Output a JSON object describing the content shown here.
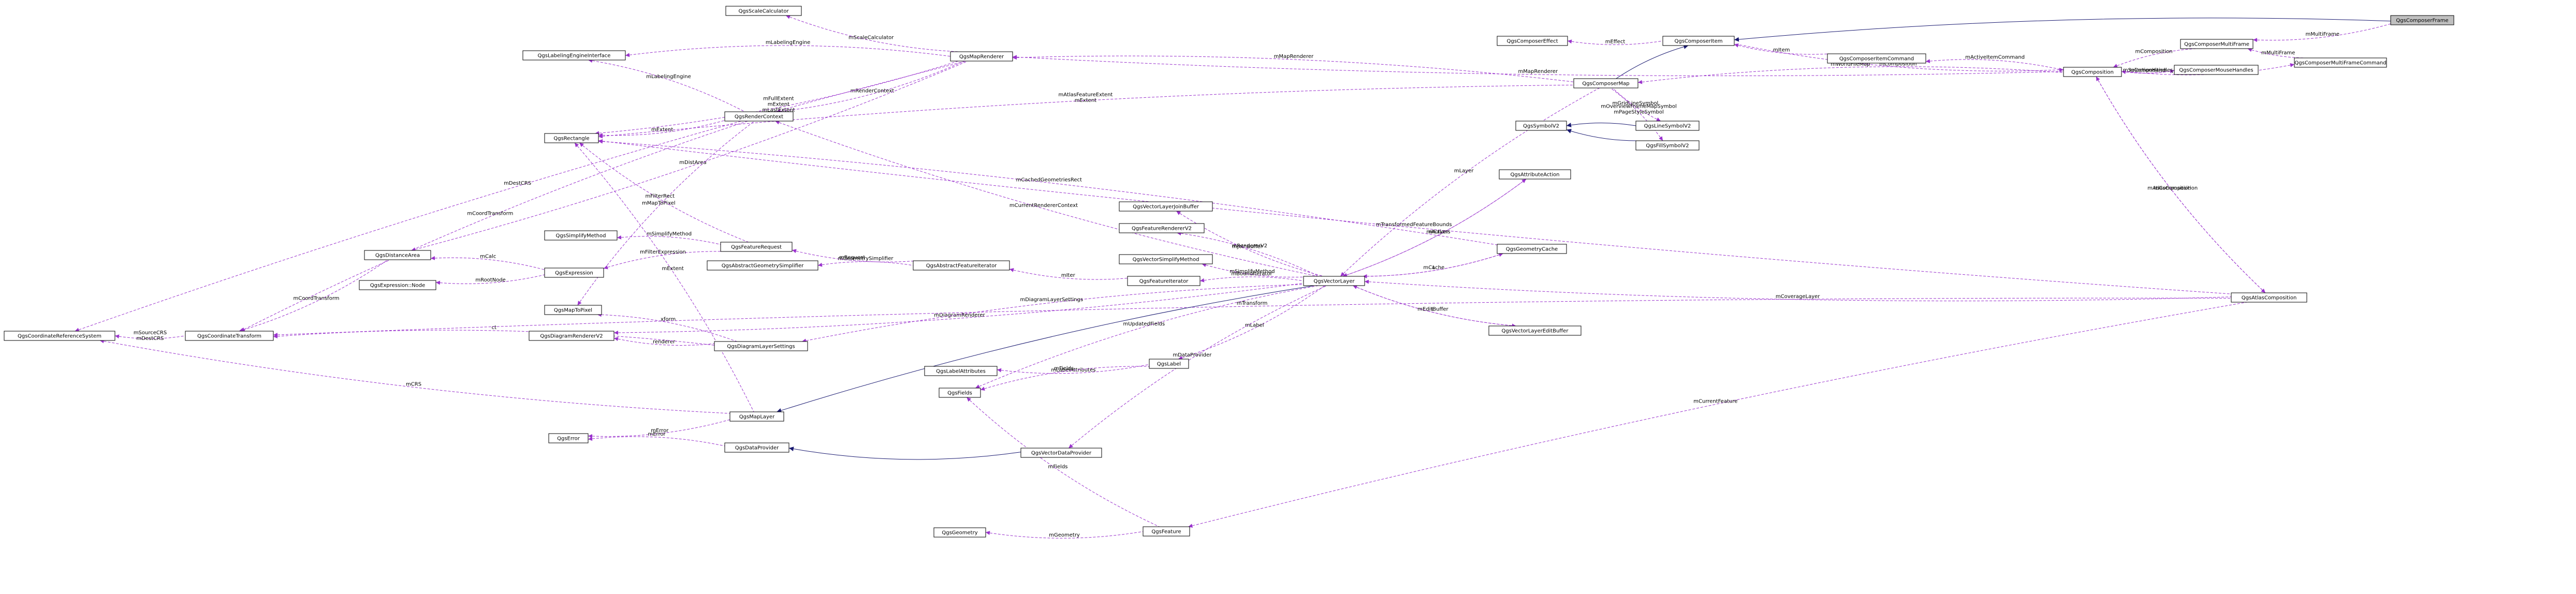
{
  "colors": {
    "usage": "#9a32cd",
    "inherit": "#191970",
    "highlight_fill": "#bfbfbf"
  },
  "nodes": [
    {
      "id": "QgsComposerFrame",
      "label": "QgsComposerFrame",
      "highlight": true
    },
    {
      "id": "QgsComposerMultiFrame",
      "label": "QgsComposerMultiFrame"
    },
    {
      "id": "QgsComposerMultiFrameCommand",
      "label": "QgsComposerMultiFrameCommand"
    },
    {
      "id": "QgsComposition",
      "label": "QgsComposition"
    },
    {
      "id": "QgsComposerItem",
      "label": "QgsComposerItem"
    },
    {
      "id": "QgsComposerEffect",
      "label": "QgsComposerEffect"
    },
    {
      "id": "QgsComposerItemCommand",
      "label": "QgsComposerItemCommand"
    },
    {
      "id": "QgsComposerMouseHandles",
      "label": "QgsComposerMouseHandles"
    },
    {
      "id": "QgsComposerMap",
      "label": "QgsComposerMap"
    },
    {
      "id": "QgsAtlasComposition",
      "label": "QgsAtlasComposition"
    },
    {
      "id": "QgsMapRenderer",
      "label": "QgsMapRenderer"
    },
    {
      "id": "QgsScaleCalculator",
      "label": "QgsScaleCalculator"
    },
    {
      "id": "QgsLabelingEngineInterface",
      "label": "QgsLabelingEngineInterface"
    },
    {
      "id": "QgsRenderContext",
      "label": "QgsRenderContext"
    },
    {
      "id": "QgsRectangle",
      "label": "QgsRectangle"
    },
    {
      "id": "QgsSymbolV2",
      "label": "QgsSymbolV2"
    },
    {
      "id": "QgsLineSymbolV2",
      "label": "QgsLineSymbolV2"
    },
    {
      "id": "QgsFillSymbolV2",
      "label": "QgsFillSymbolV2"
    },
    {
      "id": "QgsAttributeAction",
      "label": "QgsAttributeAction"
    },
    {
      "id": "QgsVectorLayerJoinBuffer",
      "label": "QgsVectorLayerJoinBuffer"
    },
    {
      "id": "QgsFeatureRendererV2",
      "label": "QgsFeatureRendererV2"
    },
    {
      "id": "QgsGeometryCache",
      "label": "QgsGeometryCache"
    },
    {
      "id": "QgsVectorSimplifyMethod",
      "label": "QgsVectorSimplifyMethod"
    },
    {
      "id": "QgsFeatureIterator",
      "label": "QgsFeatureIterator"
    },
    {
      "id": "QgsVectorLayer",
      "label": "QgsVectorLayer"
    },
    {
      "id": "QgsVectorLayerEditBuffer",
      "label": "QgsVectorLayerEditBuffer"
    },
    {
      "id": "QgsSimplifyMethod",
      "label": "QgsSimplifyMethod"
    },
    {
      "id": "QgsFeatureRequest",
      "label": "QgsFeatureRequest"
    },
    {
      "id": "QgsAbstractGeometrySimplifier",
      "label": "QgsAbstractGeometrySimplifier"
    },
    {
      "id": "QgsAbstractFeatureIterator",
      "label": "QgsAbstractFeatureIterator"
    },
    {
      "id": "QgsDistanceArea",
      "label": "QgsDistanceArea"
    },
    {
      "id": "QgsExpression",
      "label": "QgsExpression"
    },
    {
      "id": "QgsExpressionNode",
      "label": "QgsExpression::Node"
    },
    {
      "id": "QgsMapToPixel",
      "label": "QgsMapToPixel"
    },
    {
      "id": "QgsDiagramRendererV2",
      "label": "QgsDiagramRendererV2"
    },
    {
      "id": "QgsDiagramLayerSettings",
      "label": "QgsDiagramLayerSettings"
    },
    {
      "id": "QgsCoordinateReferenceSystem",
      "label": "QgsCoordinateReferenceSystem"
    },
    {
      "id": "QgsCoordinateTransform",
      "label": "QgsCoordinateTransform"
    },
    {
      "id": "QgsLabelAttributes",
      "label": "QgsLabelAttributes"
    },
    {
      "id": "QgsLabel",
      "label": "QgsLabel"
    },
    {
      "id": "QgsFields",
      "label": "QgsFields"
    },
    {
      "id": "QgsMapLayer",
      "label": "QgsMapLayer"
    },
    {
      "id": "QgsError",
      "label": "QgsError"
    },
    {
      "id": "QgsDataProvider",
      "label": "QgsDataProvider"
    },
    {
      "id": "QgsVectorDataProvider",
      "label": "QgsVectorDataProvider"
    },
    {
      "id": "QgsGeometry",
      "label": "QgsGeometry"
    },
    {
      "id": "QgsFeature",
      "label": "QgsFeature"
    }
  ],
  "edges": [
    {
      "from": "QgsComposerItem",
      "to": "QgsComposerFrame",
      "type": "inherit",
      "label": ""
    },
    {
      "from": "QgsComposerMultiFrame",
      "to": "QgsComposerFrame",
      "type": "usage",
      "label": "mMultiFrame"
    },
    {
      "from": "QgsComposition",
      "to": "QgsComposerMultiFrame",
      "type": "usage",
      "label": "mComposition"
    },
    {
      "from": "QgsComposerMultiFrame",
      "to": "QgsComposerMultiFrameCommand",
      "type": "usage",
      "label": "mMultiFrame"
    },
    {
      "from": "QgsComposerMultiFrameCommand",
      "to": "QgsComposition",
      "type": "usage",
      "label": "mActiveMultiFrameCommand"
    },
    {
      "from": "QgsComposerEffect",
      "to": "QgsComposerItem",
      "type": "usage",
      "label": "mEffect"
    },
    {
      "from": "QgsComposition",
      "to": "QgsComposerItem",
      "type": "usage",
      "label": "mComposition"
    },
    {
      "from": "QgsComposerItem",
      "to": "QgsComposerItemCommand",
      "type": "usage",
      "label": "mItem"
    },
    {
      "from": "QgsComposerItemCommand",
      "to": "QgsComposition",
      "type": "usage",
      "label": "mActiveItemCommand"
    },
    {
      "from": "QgsComposition",
      "to": "QgsComposerMouseHandles",
      "type": "usage",
      "label": "mComposition"
    },
    {
      "from": "QgsComposerMouseHandles",
      "to": "QgsComposition",
      "type": "usage",
      "label": "mSelectionHandles"
    },
    {
      "from": "QgsComposerItem",
      "to": "QgsComposerMap",
      "type": "inherit",
      "label": ""
    },
    {
      "from": "QgsComposerMap",
      "to": "QgsComposition",
      "type": "usage",
      "label": "mWorldFileMap"
    },
    {
      "from": "QgsMapRenderer",
      "to": "QgsComposition",
      "type": "usage",
      "label": "mMapRenderer"
    },
    {
      "from": "QgsMapRenderer",
      "to": "QgsComposerMap",
      "type": "usage",
      "label": "mMapRenderer"
    },
    {
      "from": "QgsComposition",
      "to": "QgsAtlasComposition",
      "type": "usage",
      "label": "mComposition"
    },
    {
      "from": "QgsAtlasComposition",
      "to": "QgsComposition",
      "type": "usage",
      "label": "mAtlasComposition"
    },
    {
      "from": "QgsScaleCalculator",
      "to": "QgsMapRenderer",
      "type": "usage",
      "label": "mScaleCalculator"
    },
    {
      "from": "QgsLabelingEngineInterface",
      "to": "QgsMapRenderer",
      "type": "usage",
      "label": "mLabelingEngine"
    },
    {
      "from": "QgsRenderContext",
      "to": "QgsMapRenderer",
      "type": "usage",
      "label": "mRenderContext"
    },
    {
      "from": "QgsLabelingEngineInterface",
      "to": "QgsRenderContext",
      "type": "usage",
      "label": "mLabelingEngine"
    },
    {
      "from": "QgsDistanceArea",
      "to": "QgsMapRenderer",
      "type": "usage",
      "label": "mDistArea"
    },
    {
      "from": "QgsCoordinateReferenceSystem",
      "to": "QgsMapRenderer",
      "type": "usage",
      "label": "mDestCRS"
    },
    {
      "from": "QgsRectangle",
      "to": "QgsMapRenderer",
      "type": "usage",
      "label": "mFullExtent\nmExtent\nmLastExtent"
    },
    {
      "from": "QgsCoordinateTransform",
      "to": "QgsRenderContext",
      "type": "usage",
      "label": "mCoordTransform"
    },
    {
      "from": "QgsRectangle",
      "to": "QgsRenderContext",
      "type": "usage",
      "label": "mExtent"
    },
    {
      "from": "QgsMapToPixel",
      "to": "QgsRenderContext",
      "type": "usage",
      "label": "mMapToPixel"
    },
    {
      "from": "QgsRenderContext",
      "to": "QgsVectorLayer",
      "type": "usage",
      "label": "mCurrentRendererContext"
    },
    {
      "from": "QgsRectangle",
      "to": "QgsComposerMap",
      "type": "usage",
      "label": "mAtlasFeatureExtent\nmExtent"
    },
    {
      "from": "QgsRectangle",
      "to": "QgsAtlasComposition",
      "type": "usage",
      "label": "mTransformedFeatureBounds"
    },
    {
      "from": "QgsRectangle",
      "to": "QgsGeometryCache",
      "type": "usage",
      "label": "mCachedGeometriesRect"
    },
    {
      "from": "QgsRectangle",
      "to": "QgsFeatureRequest",
      "type": "usage",
      "label": "mFilterRect"
    },
    {
      "from": "QgsSymbolV2",
      "to": "QgsLineSymbolV2",
      "type": "inherit",
      "label": ""
    },
    {
      "from": "QgsSymbolV2",
      "to": "QgsFillSymbolV2",
      "type": "inherit",
      "label": ""
    },
    {
      "from": "QgsLineSymbolV2",
      "to": "QgsComposerMap",
      "type": "usage",
      "label": "mGridLineSymbol"
    },
    {
      "from": "QgsFillSymbolV2",
      "to": "QgsComposerMap",
      "type": "usage",
      "label": "mOverviewFrameMapSymbol\nmPageStyleSymbol"
    },
    {
      "from": "QgsVectorLayer",
      "to": "QgsComposerMap",
      "type": "usage",
      "label": "mLayer"
    },
    {
      "from": "QgsVectorLayer",
      "to": "QgsAttributeAction",
      "type": "usage",
      "label": "mLayer"
    },
    {
      "from": "QgsAttributeAction",
      "to": "QgsVectorLayer",
      "type": "usage",
      "label": "mActions"
    },
    {
      "from": "QgsVectorLayer",
      "to": "QgsGeometryCache",
      "type": "usage",
      "label": "L"
    },
    {
      "from": "QgsGeometryCache",
      "to": "QgsVectorLayer",
      "type": "usage",
      "label": "mCache"
    },
    {
      "from": "QgsVectorLayerJoinBuffer",
      "to": "QgsVectorLayer",
      "type": "usage",
      "label": "mJoinBuffer"
    },
    {
      "from": "QgsFeatureRendererV2",
      "to": "QgsVectorLayer",
      "type": "usage",
      "label": "mRendererV2"
    },
    {
      "from": "QgsVectorSimplifyMethod",
      "to": "QgsVectorLayer",
      "type": "usage",
      "label": "mSimplifyMethod"
    },
    {
      "from": "QgsFeatureIterator",
      "to": "QgsVectorLayer",
      "type": "usage",
      "label": "mBoundIterator"
    },
    {
      "from": "QgsVectorLayer",
      "to": "QgsVectorLayerEditBuffer",
      "type": "usage",
      "label": "L"
    },
    {
      "from": "QgsVectorLayerEditBuffer",
      "to": "QgsVectorLayer",
      "type": "usage",
      "label": "mEditBuffer"
    },
    {
      "from": "QgsVectorLayer",
      "to": "QgsAtlasComposition",
      "type": "usage",
      "label": "mCoverageLayer"
    },
    {
      "from": "QgsSimplifyMethod",
      "to": "QgsFeatureRequest",
      "type": "usage",
      "label": "mSimplifyMethod"
    },
    {
      "from": "QgsFeatureRequest",
      "to": "QgsAbstractFeatureIterator",
      "type": "usage",
      "label": "mRequest"
    },
    {
      "from": "QgsAbstractGeometrySimplifier",
      "to": "QgsAbstractFeatureIterator",
      "type": "usage",
      "label": "mGeometrySimplifier"
    },
    {
      "from": "QgsAbstractFeatureIterator",
      "to": "QgsFeatureIterator",
      "type": "usage",
      "label": "mIter"
    },
    {
      "from": "QgsDistanceArea",
      "to": "QgsExpression",
      "type": "usage",
      "label": "mCalc"
    },
    {
      "from": "QgsExpressionNode",
      "to": "QgsExpression",
      "type": "usage",
      "label": "mRootNode"
    },
    {
      "from": "QgsExpression",
      "to": "QgsFeatureRequest",
      "type": "usage",
      "label": "mFilterExpression"
    },
    {
      "from": "QgsCoordinateTransform",
      "to": "QgsDistanceArea",
      "type": "usage",
      "label": "mCoordTransform"
    },
    {
      "from": "QgsMapToPixel",
      "to": "QgsDiagramLayerSettings",
      "type": "usage",
      "label": "xform"
    },
    {
      "from": "QgsDiagramRendererV2",
      "to": "QgsDiagramLayerSettings",
      "type": "usage",
      "label": "renderer"
    },
    {
      "from": "QgsCoordinateTransform",
      "to": "QgsDiagramLayerSettings",
      "type": "usage",
      "label": "ct"
    },
    {
      "from": "QgsDiagramRendererV2",
      "to": "QgsVectorLayer",
      "type": "usage",
      "label": "mDiagramRenderer"
    },
    {
      "from": "QgsDiagramLayerSettings",
      "to": "QgsVectorLayer",
      "type": "usage",
      "label": "mDiagramLayerSettings"
    },
    {
      "from": "QgsCoordinateReferenceSystem",
      "to": "QgsCoordinateTransform",
      "type": "usage",
      "label": "mSourceCRS\nmDestCRS"
    },
    {
      "from": "QgsCoordinateTransform",
      "to": "QgsAtlasComposition",
      "type": "usage",
      "label": "mTransform"
    },
    {
      "from": "QgsLabelAttributes",
      "to": "QgsLabel",
      "type": "usage",
      "label": "mLabelAttributes"
    },
    {
      "from": "QgsFields",
      "to": "QgsLabel",
      "type": "usage",
      "label": "mFields"
    },
    {
      "from": "QgsLabel",
      "to": "QgsVectorLayer",
      "type": "usage",
      "label": "mLabel"
    },
    {
      "from": "QgsFields",
      "to": "QgsVectorLayer",
      "type": "usage",
      "label": "mUpdatedFields"
    },
    {
      "from": "QgsFields",
      "to": "QgsFeature",
      "type": "usage",
      "label": "mFields"
    },
    {
      "from": "QgsMapLayer",
      "to": "QgsVectorLayer",
      "type": "inherit",
      "label": ""
    },
    {
      "from": "QgsCoordinateReferenceSystem",
      "to": "QgsMapLayer",
      "type": "usage",
      "label": "mCRS"
    },
    {
      "from": "QgsRectangle",
      "to": "QgsMapLayer",
      "type": "usage",
      "label": "mExtent"
    },
    {
      "from": "QgsError",
      "to": "QgsMapLayer",
      "type": "usage",
      "label": "mError"
    },
    {
      "from": "QgsError",
      "to": "QgsDataProvider",
      "type": "usage",
      "label": "mError"
    },
    {
      "from": "QgsDataProvider",
      "to": "QgsVectorDataProvider",
      "type": "inherit",
      "label": ""
    },
    {
      "from": "QgsVectorDataProvider",
      "to": "QgsVectorLayer",
      "type": "usage",
      "label": "mDataProvider"
    },
    {
      "from": "QgsGeometry",
      "to": "QgsFeature",
      "type": "usage",
      "label": "mGeometry"
    },
    {
      "from": "QgsFeature",
      "to": "QgsAtlasComposition",
      "type": "usage",
      "label": "mCurrentFeature"
    }
  ]
}
